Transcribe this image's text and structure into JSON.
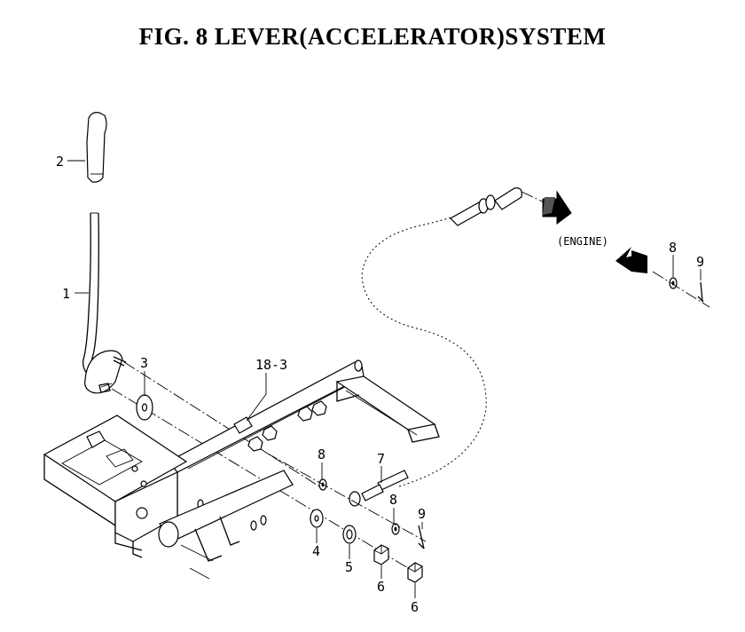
{
  "title": "FIG. 8  LEVER(ACCELERATOR)SYSTEM",
  "engine_label": "(ENGINE)",
  "callouts": {
    "c1": "1",
    "c2": "2",
    "c3": "3",
    "c4": "4",
    "c5": "5",
    "c6a": "6",
    "c6b": "6",
    "c7": "7",
    "c8a": "8",
    "c8b": "8",
    "c8c": "8",
    "c9a": "9",
    "c9b": "9",
    "c18_3": "18-3"
  }
}
